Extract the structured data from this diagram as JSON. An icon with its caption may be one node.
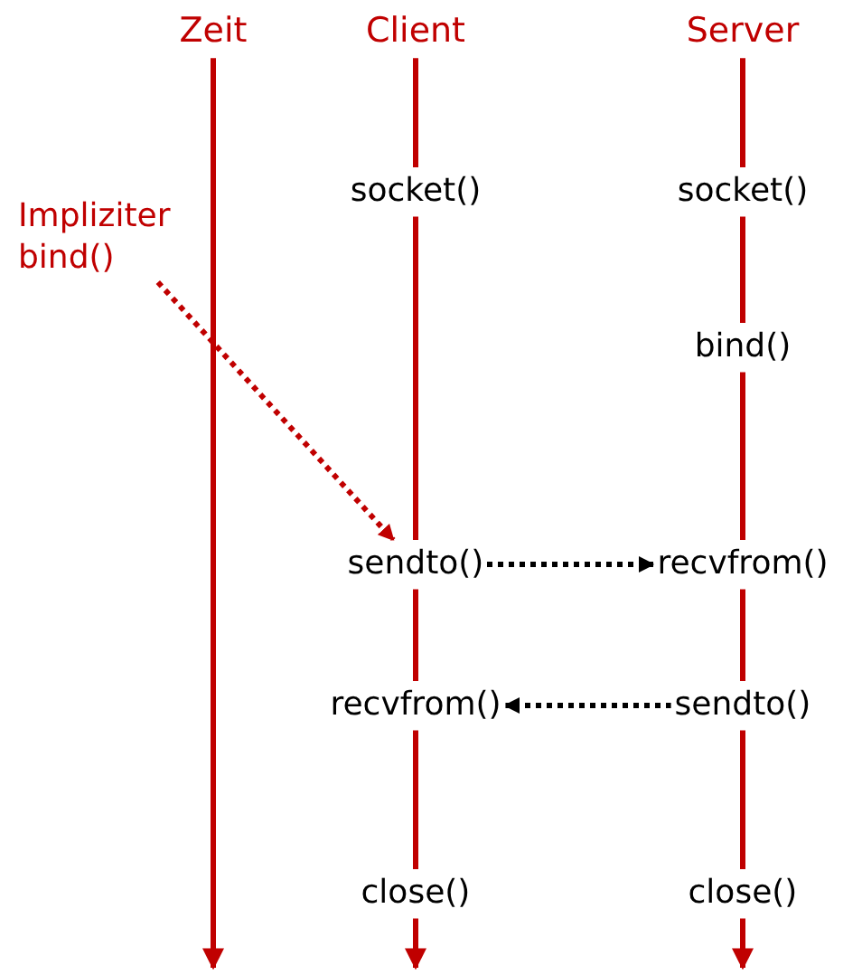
{
  "diagram": {
    "nodes": [
      {
        "text": [
          "Zeit"
        ]
      },
      {
        "text": [
          "Client"
        ]
      },
      {
        "text": [
          "Server"
        ]
      },
      {
        "text": [
          "Impliziter bind()"
        ]
      },
      {
        "text": [
          "socket()"
        ]
      },
      {
        "text": [
          "socket()"
        ]
      },
      {
        "text": [
          "bind()"
        ]
      },
      {
        "text": [
          "sendto()"
        ]
      },
      {
        "text": [
          "recvfrom()"
        ]
      },
      {
        "text": [
          "recvfrom()"
        ]
      },
      {
        "text": [
          "sendto()"
        ]
      },
      {
        "text": [
          "close()"
        ]
      },
      {
        "text": [
          "close()"
        ]
      }
    ],
    "edges": [
      {
        "from": 0,
        "to": null,
        "arrow": "to"
      },
      {
        "from": 1,
        "to": 4,
        "arrow": "none"
      },
      {
        "from": 4,
        "to": 7,
        "arrow": "none"
      },
      {
        "from": 7,
        "to": 9,
        "arrow": "none"
      },
      {
        "from": 9,
        "to": 11,
        "arrow": "none"
      },
      {
        "from": 11,
        "to": null,
        "arrow": "to"
      },
      {
        "from": 2,
        "to": 5,
        "arrow": "none"
      },
      {
        "from": 5,
        "to": 6,
        "arrow": "none"
      },
      {
        "from": 6,
        "to": 8,
        "arrow": "none"
      },
      {
        "from": 8,
        "to": 10,
        "arrow": "none"
      },
      {
        "from": 10,
        "to": 12,
        "arrow": "none"
      },
      {
        "from": 12,
        "to": null,
        "arrow": "to"
      },
      {
        "from": 3,
        "to": 7,
        "arrow": "to",
        "style": "dashed"
      },
      {
        "from": 7,
        "to": 8,
        "arrow": "to",
        "style": "dashed",
        "color": "#000000"
      },
      {
        "from": 10,
        "to": 9,
        "arrow": "to",
        "style": "dashed",
        "color": "#000000"
      }
    ]
  }
}
